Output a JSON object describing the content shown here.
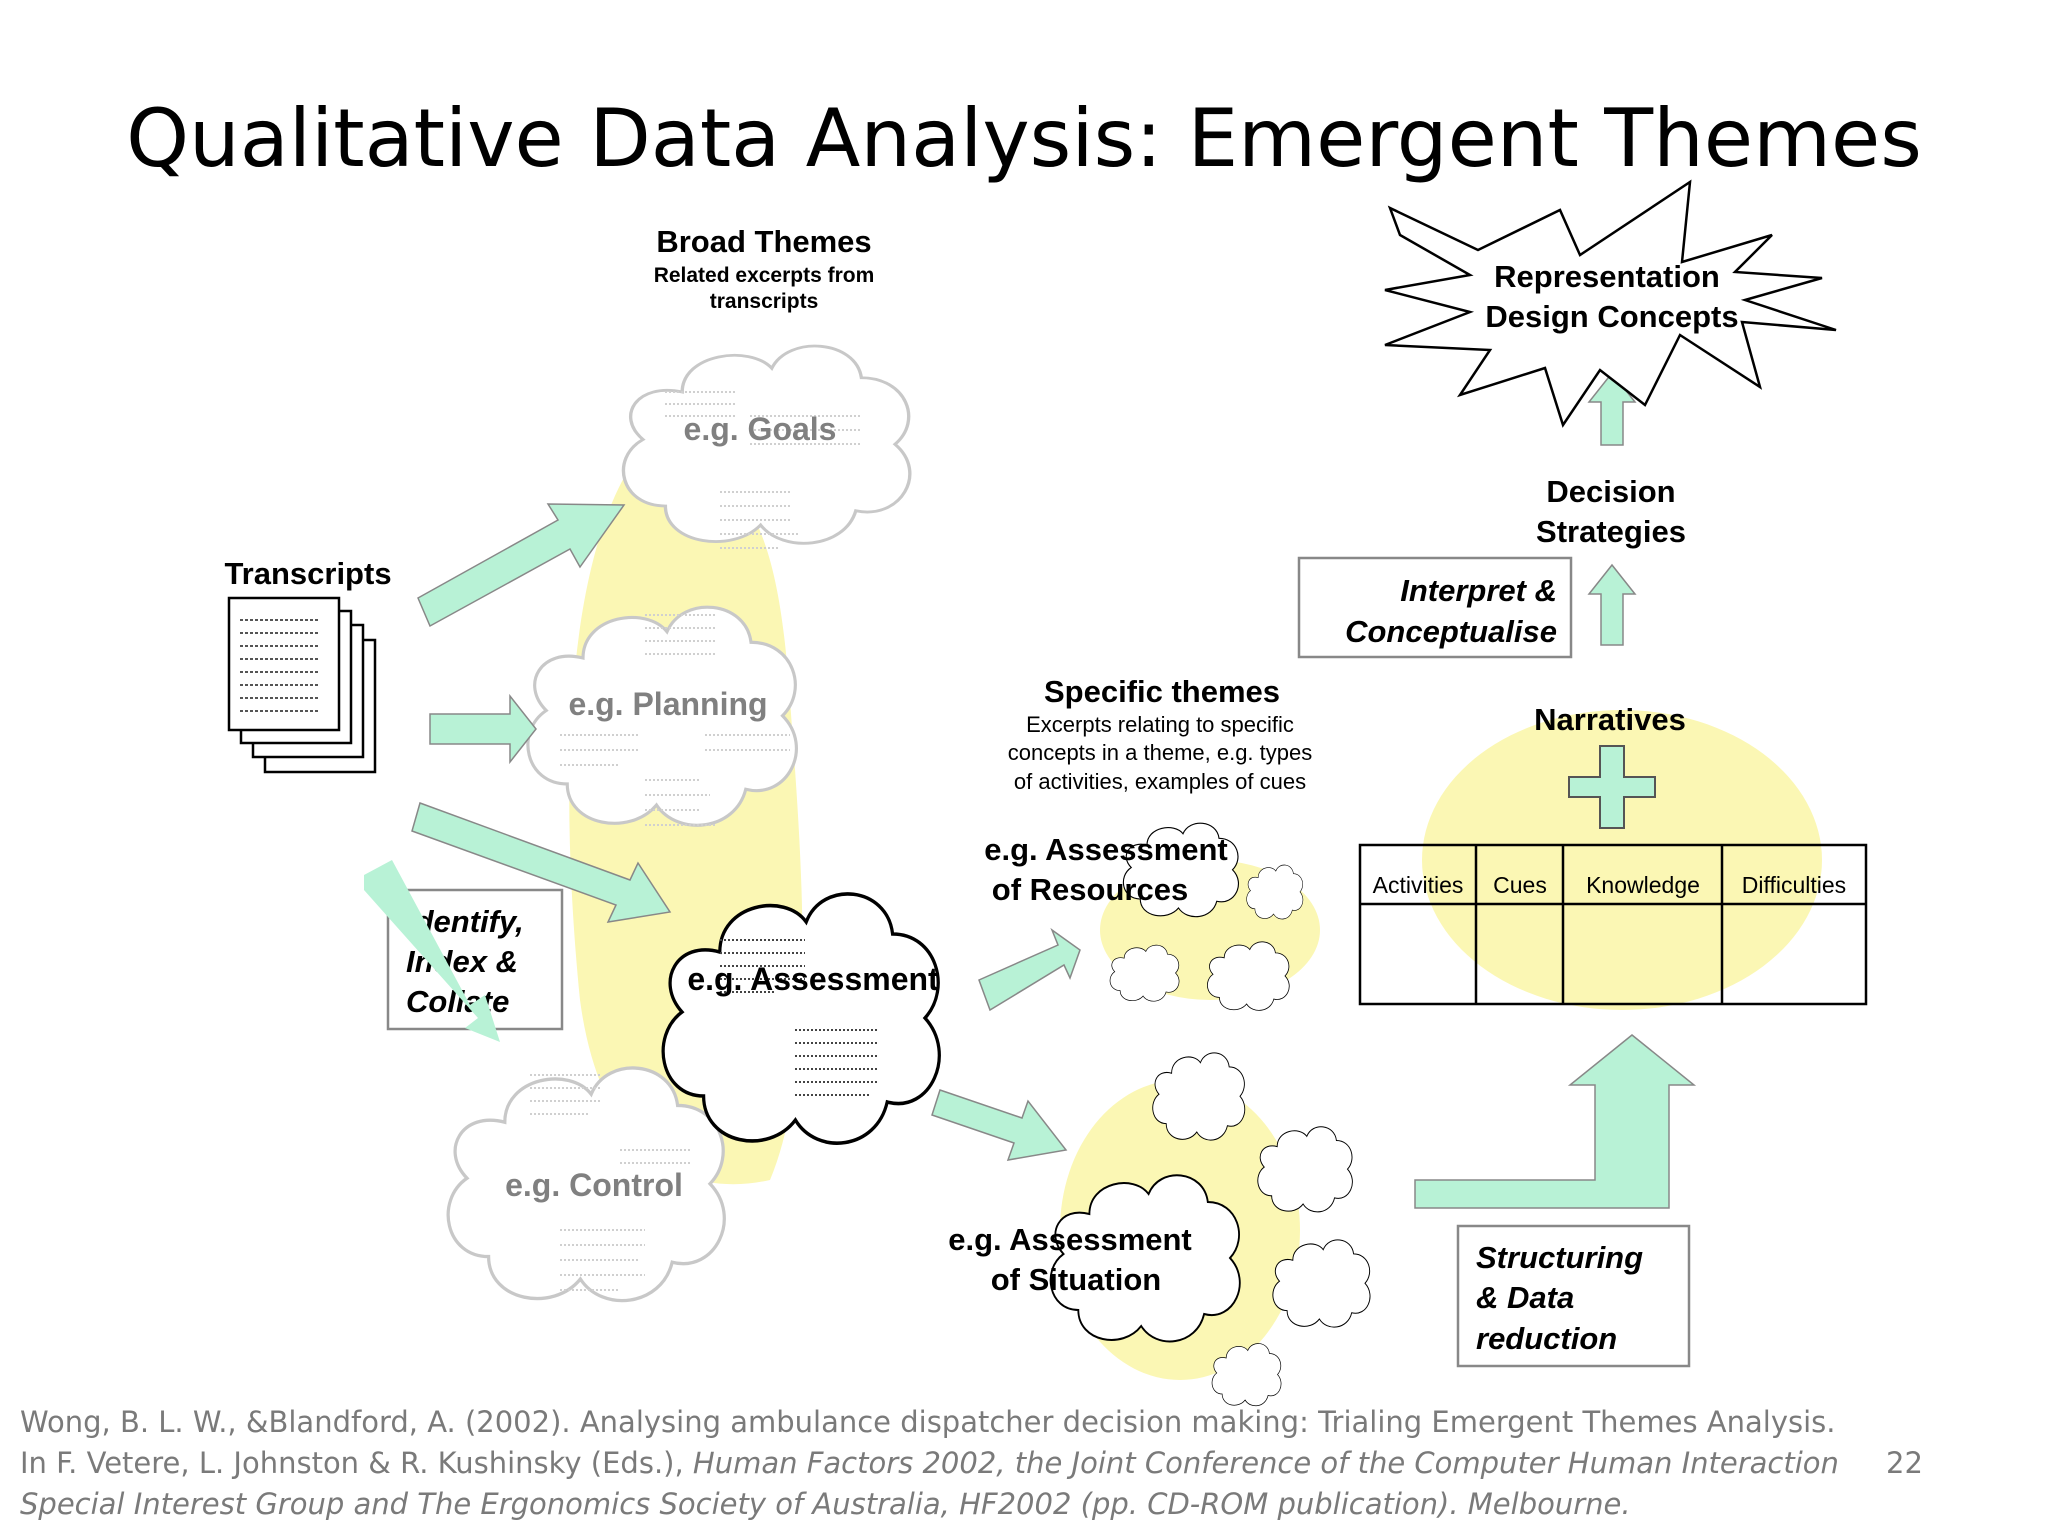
{
  "slide": {
    "title": "Qualitative Data Analysis: Emergent Themes",
    "page_number": "22"
  },
  "citation": {
    "part1": "Wong, B. L. W., &Blandford, A. (2002). Analysing ambulance dispatcher decision making: Trialing Emergent Themes Analysis. In F. Vetere, L. Johnston & R. Kushinsky (Eds.), ",
    "part2": "Human Factors 2002, the Joint Conference of the Computer Human Interaction Special Interest Group and The Ergonomics Society of Australia, HF2002 (pp. CD-ROM publication). Melbourne."
  },
  "diagram": {
    "transcripts_label": "Transcripts",
    "broad_themes": {
      "title": "Broad Themes",
      "subtitle_line1": "Related excerpts from",
      "subtitle_line2": "transcripts"
    },
    "theme_goals": "e.g. Goals",
    "theme_planning": "e.g. Planning",
    "theme_assessment": "e.g. Assessment",
    "theme_control": "e.g. Control",
    "identify_box": {
      "line1": "Identify,",
      "line2": "Index &",
      "line3": "Collate"
    },
    "specific_themes": {
      "title": "Specific themes",
      "line1": "Excerpts relating to specific",
      "line2": "concepts in a theme, e.g. types",
      "line3": "of activities, examples of cues"
    },
    "assessment_resources": {
      "line1": "e.g. Assessment",
      "line2": "of Resources"
    },
    "assessment_situation": {
      "line1": "e.g. Assessment",
      "line2": "of Situation"
    },
    "narratives_label": "Narratives",
    "table_headers": [
      "Activities",
      "Cues",
      "Knowledge",
      "Difficulties"
    ],
    "structuring_box": {
      "line1": "Structuring",
      "line2": "& Data",
      "line3": "reduction"
    },
    "interpret_box": {
      "line1": "Interpret &",
      "line2": "Conceptualise"
    },
    "decision_strategies": {
      "line1": "Decision",
      "line2": "Strategies"
    },
    "representation": {
      "line1": "Representation",
      "line2": "Design Concepts"
    }
  },
  "colors": {
    "arrow_fill": "#b8f2d6",
    "highlight_yellow": "#fbf7b4",
    "faded_gray": "#c8c8c8",
    "faded_text": "#808080",
    "citation_gray": "#7a7a7a"
  }
}
